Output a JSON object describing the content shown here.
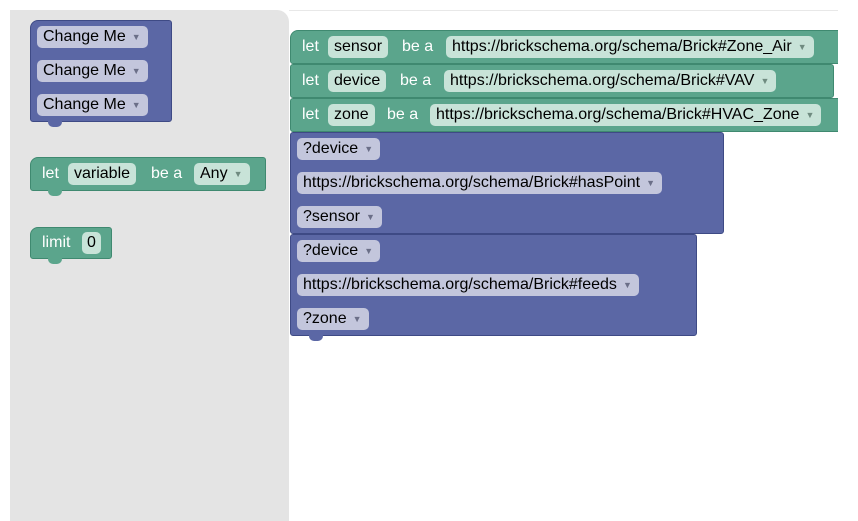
{
  "toolbox": {
    "change_block": {
      "items": [
        "Change Me",
        "Change Me",
        "Change Me"
      ]
    },
    "let_block": {
      "let": "let",
      "variable": "variable",
      "be_a": "be a",
      "type": "Any"
    },
    "limit_block": {
      "limit": "limit",
      "value": "0"
    }
  },
  "workspace": {
    "let_rows": [
      {
        "let": "let",
        "variable": "sensor",
        "be_a": "be a",
        "type": "https://brickschema.org/schema/Brick#Zone_Air"
      },
      {
        "let": "let",
        "variable": "device",
        "be_a": "be a",
        "type": "https://brickschema.org/schema/Brick#VAV"
      },
      {
        "let": "let",
        "variable": "zone",
        "be_a": "be a",
        "type": "https://brickschema.org/schema/Brick#HVAC_Zone"
      }
    ],
    "triples": [
      {
        "subject": "?device",
        "predicate": "https://brickschema.org/schema/Brick#hasPoint",
        "object": "?sensor"
      },
      {
        "subject": "?device",
        "predicate": "https://brickschema.org/schema/Brick#feeds",
        "object": "?zone"
      }
    ]
  },
  "colors": {
    "blue_block": "#5b67a5",
    "green_block": "#5ba58c",
    "toolbox_bg": "#e4e4e4"
  }
}
